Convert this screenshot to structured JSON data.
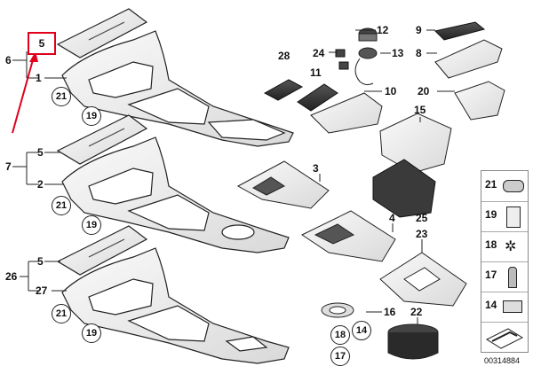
{
  "diagram": {
    "callouts": {
      "c12": "12",
      "c9": "9",
      "c24": "24",
      "c13": "13",
      "c8": "8",
      "c28": "28",
      "c11": "11",
      "c10": "10",
      "c20": "20",
      "c15": "15",
      "c3": "3",
      "c4": "4",
      "c25": "25",
      "c23": "23",
      "c16": "16",
      "c22": "22",
      "c6": "6",
      "c1": "1",
      "c5a": "5",
      "c7": "7",
      "c5b": "5",
      "c2": "2",
      "c26": "26",
      "c5c": "5",
      "c27": "27"
    },
    "circled": {
      "r21a": "21",
      "r19a": "19",
      "r21b": "21",
      "r19b": "19",
      "r21c": "21",
      "r19c": "19",
      "r18": "18",
      "r14": "14",
      "r17": "17"
    },
    "highlighted_part": "5",
    "side_panel": [
      "21",
      "19",
      "18",
      "17",
      "14"
    ],
    "reference_code": "00314884",
    "colors": {
      "highlight": "#e0001b",
      "line": "#222222",
      "part_fill": "#f2f2f2"
    }
  }
}
